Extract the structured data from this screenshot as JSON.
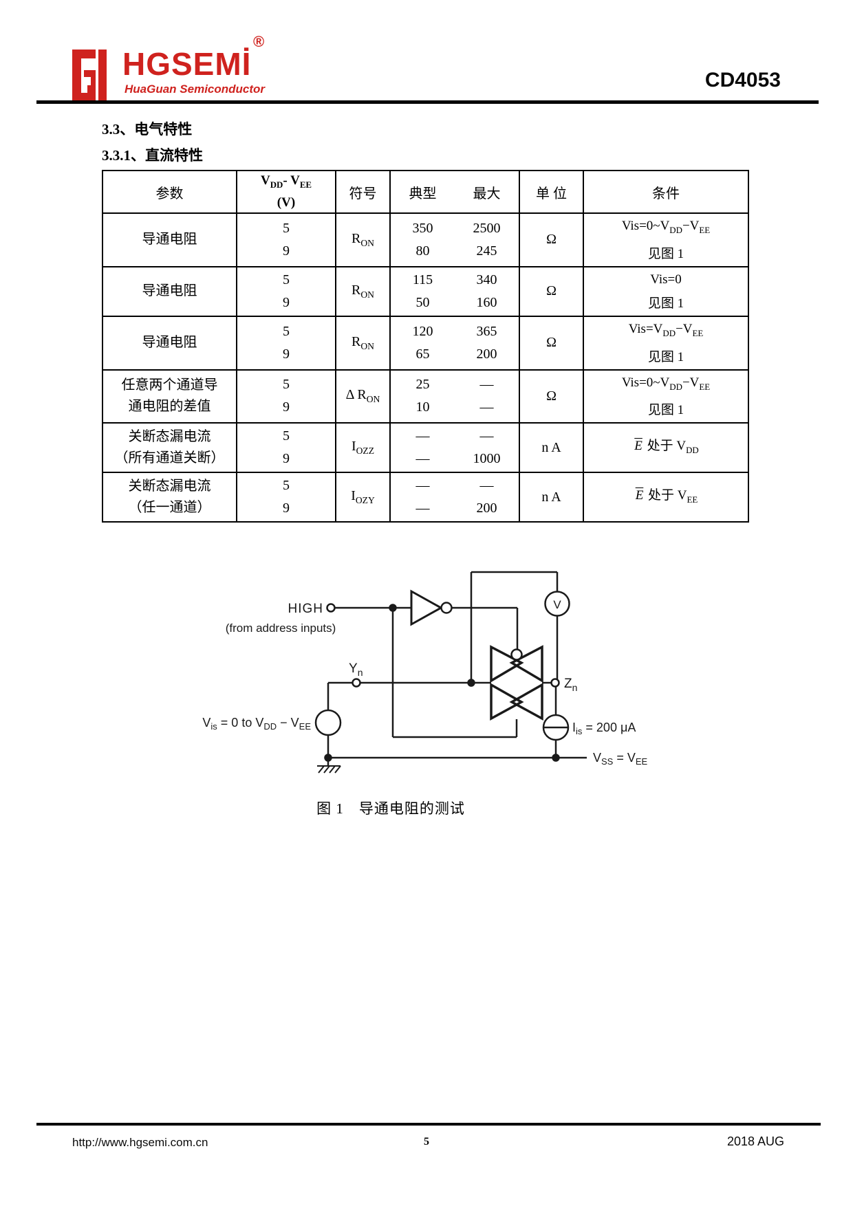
{
  "header": {
    "logo": {
      "name": "HGSEMİ",
      "registered": "®",
      "tagline": "HuaGuan Semiconductor",
      "brand_color": "#cf221e"
    },
    "part_number": "CD4053"
  },
  "sections": {
    "electrical": "3.3、电气特性",
    "dc": "3.3.1、直流特性"
  },
  "table": {
    "head": {
      "param": "参数",
      "vdd_a": "V",
      "vdd_b": "DD",
      "vdd_c": "- ",
      "vdd_d": "V",
      "vdd_e": "EE",
      "vdd_line2": "(V)",
      "symbol": "符号",
      "typ": "典型",
      "max": "最大",
      "unit": "单 位",
      "cond": "条件"
    },
    "rows": [
      {
        "param": [
          "导通电阻"
        ],
        "vdd": [
          "5",
          "9"
        ],
        "sym": [
          [
            "t",
            "R"
          ],
          [
            "s",
            "ON"
          ]
        ],
        "typ": [
          "350",
          "80"
        ],
        "max": [
          "2500",
          "245"
        ],
        "unit": [
          [
            "t",
            "Ω"
          ]
        ],
        "cond": [
          [
            [
              "t",
              "Vis=0~V"
            ],
            [
              "s",
              "DD"
            ],
            [
              "t",
              "−V"
            ],
            [
              "s",
              "EE"
            ]
          ],
          [
            [
              "t",
              "见图 1"
            ]
          ]
        ]
      },
      {
        "param": [
          "导通电阻"
        ],
        "vdd": [
          "5",
          "9"
        ],
        "sym": [
          [
            "t",
            "R"
          ],
          [
            "s",
            "ON"
          ]
        ],
        "typ": [
          "115",
          "50"
        ],
        "max": [
          "340",
          "160"
        ],
        "unit": [
          [
            "t",
            "Ω"
          ]
        ],
        "cond": [
          [
            [
              "t",
              "Vis=0"
            ]
          ],
          [
            [
              "t",
              "见图 1"
            ]
          ]
        ]
      },
      {
        "param": [
          "导通电阻"
        ],
        "vdd": [
          "5",
          "9"
        ],
        "sym": [
          [
            "t",
            "R"
          ],
          [
            "s",
            "ON"
          ]
        ],
        "typ": [
          "120",
          "65"
        ],
        "max": [
          "365",
          "200"
        ],
        "unit": [
          [
            "t",
            "Ω"
          ]
        ],
        "cond": [
          [
            [
              "t",
              "Vis=V"
            ],
            [
              "s",
              "DD"
            ],
            [
              "t",
              "−V"
            ],
            [
              "s",
              "EE"
            ]
          ],
          [
            [
              "t",
              "见图 1"
            ]
          ]
        ]
      },
      {
        "param": [
          "任意两个通道导",
          "通电阻的差值"
        ],
        "vdd": [
          "5",
          "9"
        ],
        "sym": [
          [
            "t",
            "Δ R"
          ],
          [
            "s",
            "ON"
          ]
        ],
        "typ": [
          "25",
          "10"
        ],
        "max": [
          "—",
          "—"
        ],
        "unit": [
          [
            "t",
            "Ω"
          ]
        ],
        "cond": [
          [
            [
              "t",
              "Vis=0~V"
            ],
            [
              "s",
              "DD"
            ],
            [
              "t",
              "−V"
            ],
            [
              "s",
              "EE"
            ]
          ],
          [
            [
              "t",
              "见图 1"
            ]
          ]
        ]
      },
      {
        "param": [
          "关断态漏电流",
          "（所有通道关断）"
        ],
        "vdd": [
          "5",
          "9"
        ],
        "sym": [
          [
            "t",
            "I"
          ],
          [
            "s",
            "OZZ"
          ]
        ],
        "typ": [
          "—",
          "—"
        ],
        "max": [
          "—",
          "1000"
        ],
        "unit": [
          [
            "t",
            "n A"
          ]
        ],
        "cond": [
          [
            [
              "o",
              "E"
            ],
            [
              "t",
              " 处于 V"
            ],
            [
              "s",
              "DD"
            ]
          ]
        ]
      },
      {
        "param": [
          "关断态漏电流",
          "（任一通道）"
        ],
        "vdd": [
          "5",
          "9"
        ],
        "sym": [
          [
            "t",
            "I"
          ],
          [
            "s",
            "OZY"
          ]
        ],
        "typ": [
          "—",
          "—"
        ],
        "max": [
          "—",
          "200"
        ],
        "unit": [
          [
            "t",
            "n A"
          ]
        ],
        "cond": [
          [
            [
              "o",
              "E"
            ],
            [
              "t",
              " 处于 V"
            ],
            [
              "s",
              "EE"
            ]
          ]
        ]
      }
    ]
  },
  "diagram": {
    "labels": {
      "high": "HIGH",
      "from_address": "(from address inputs)",
      "yn_base": "Y",
      "yn_sub": "n",
      "zn_base": "Z",
      "zn_sub": "n",
      "vmeter": "V",
      "vis_a": "V",
      "vis_b": "is",
      "vis_c": " = 0 to V",
      "vis_d": "DD",
      "vis_e": " − V",
      "vis_f": "EE",
      "iis_a": "I",
      "iis_b": "is",
      "iis_c": " = 200 μA",
      "vss_a": "V",
      "vss_b": "SS",
      "vss_c": " = V",
      "vss_d": "EE"
    },
    "caption": "图 1　导通电阻的测试"
  },
  "footer": {
    "url": "http://www.hgsemi.com.cn",
    "page_number": "5",
    "date": "2018 AUG"
  }
}
